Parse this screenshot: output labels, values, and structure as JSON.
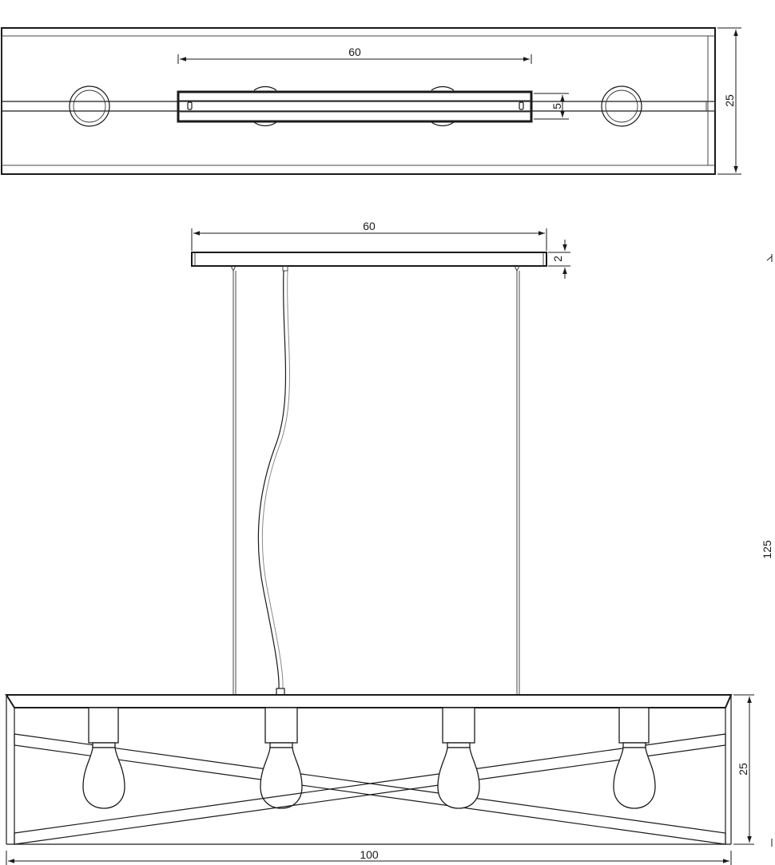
{
  "top_view": {
    "canopy_length": "60",
    "canopy_height": "5",
    "frame_depth": "25"
  },
  "side_view": {
    "canopy_length": "60",
    "canopy_thickness": "2",
    "total_height": "125",
    "frame_height": "25",
    "frame_length": "100"
  }
}
